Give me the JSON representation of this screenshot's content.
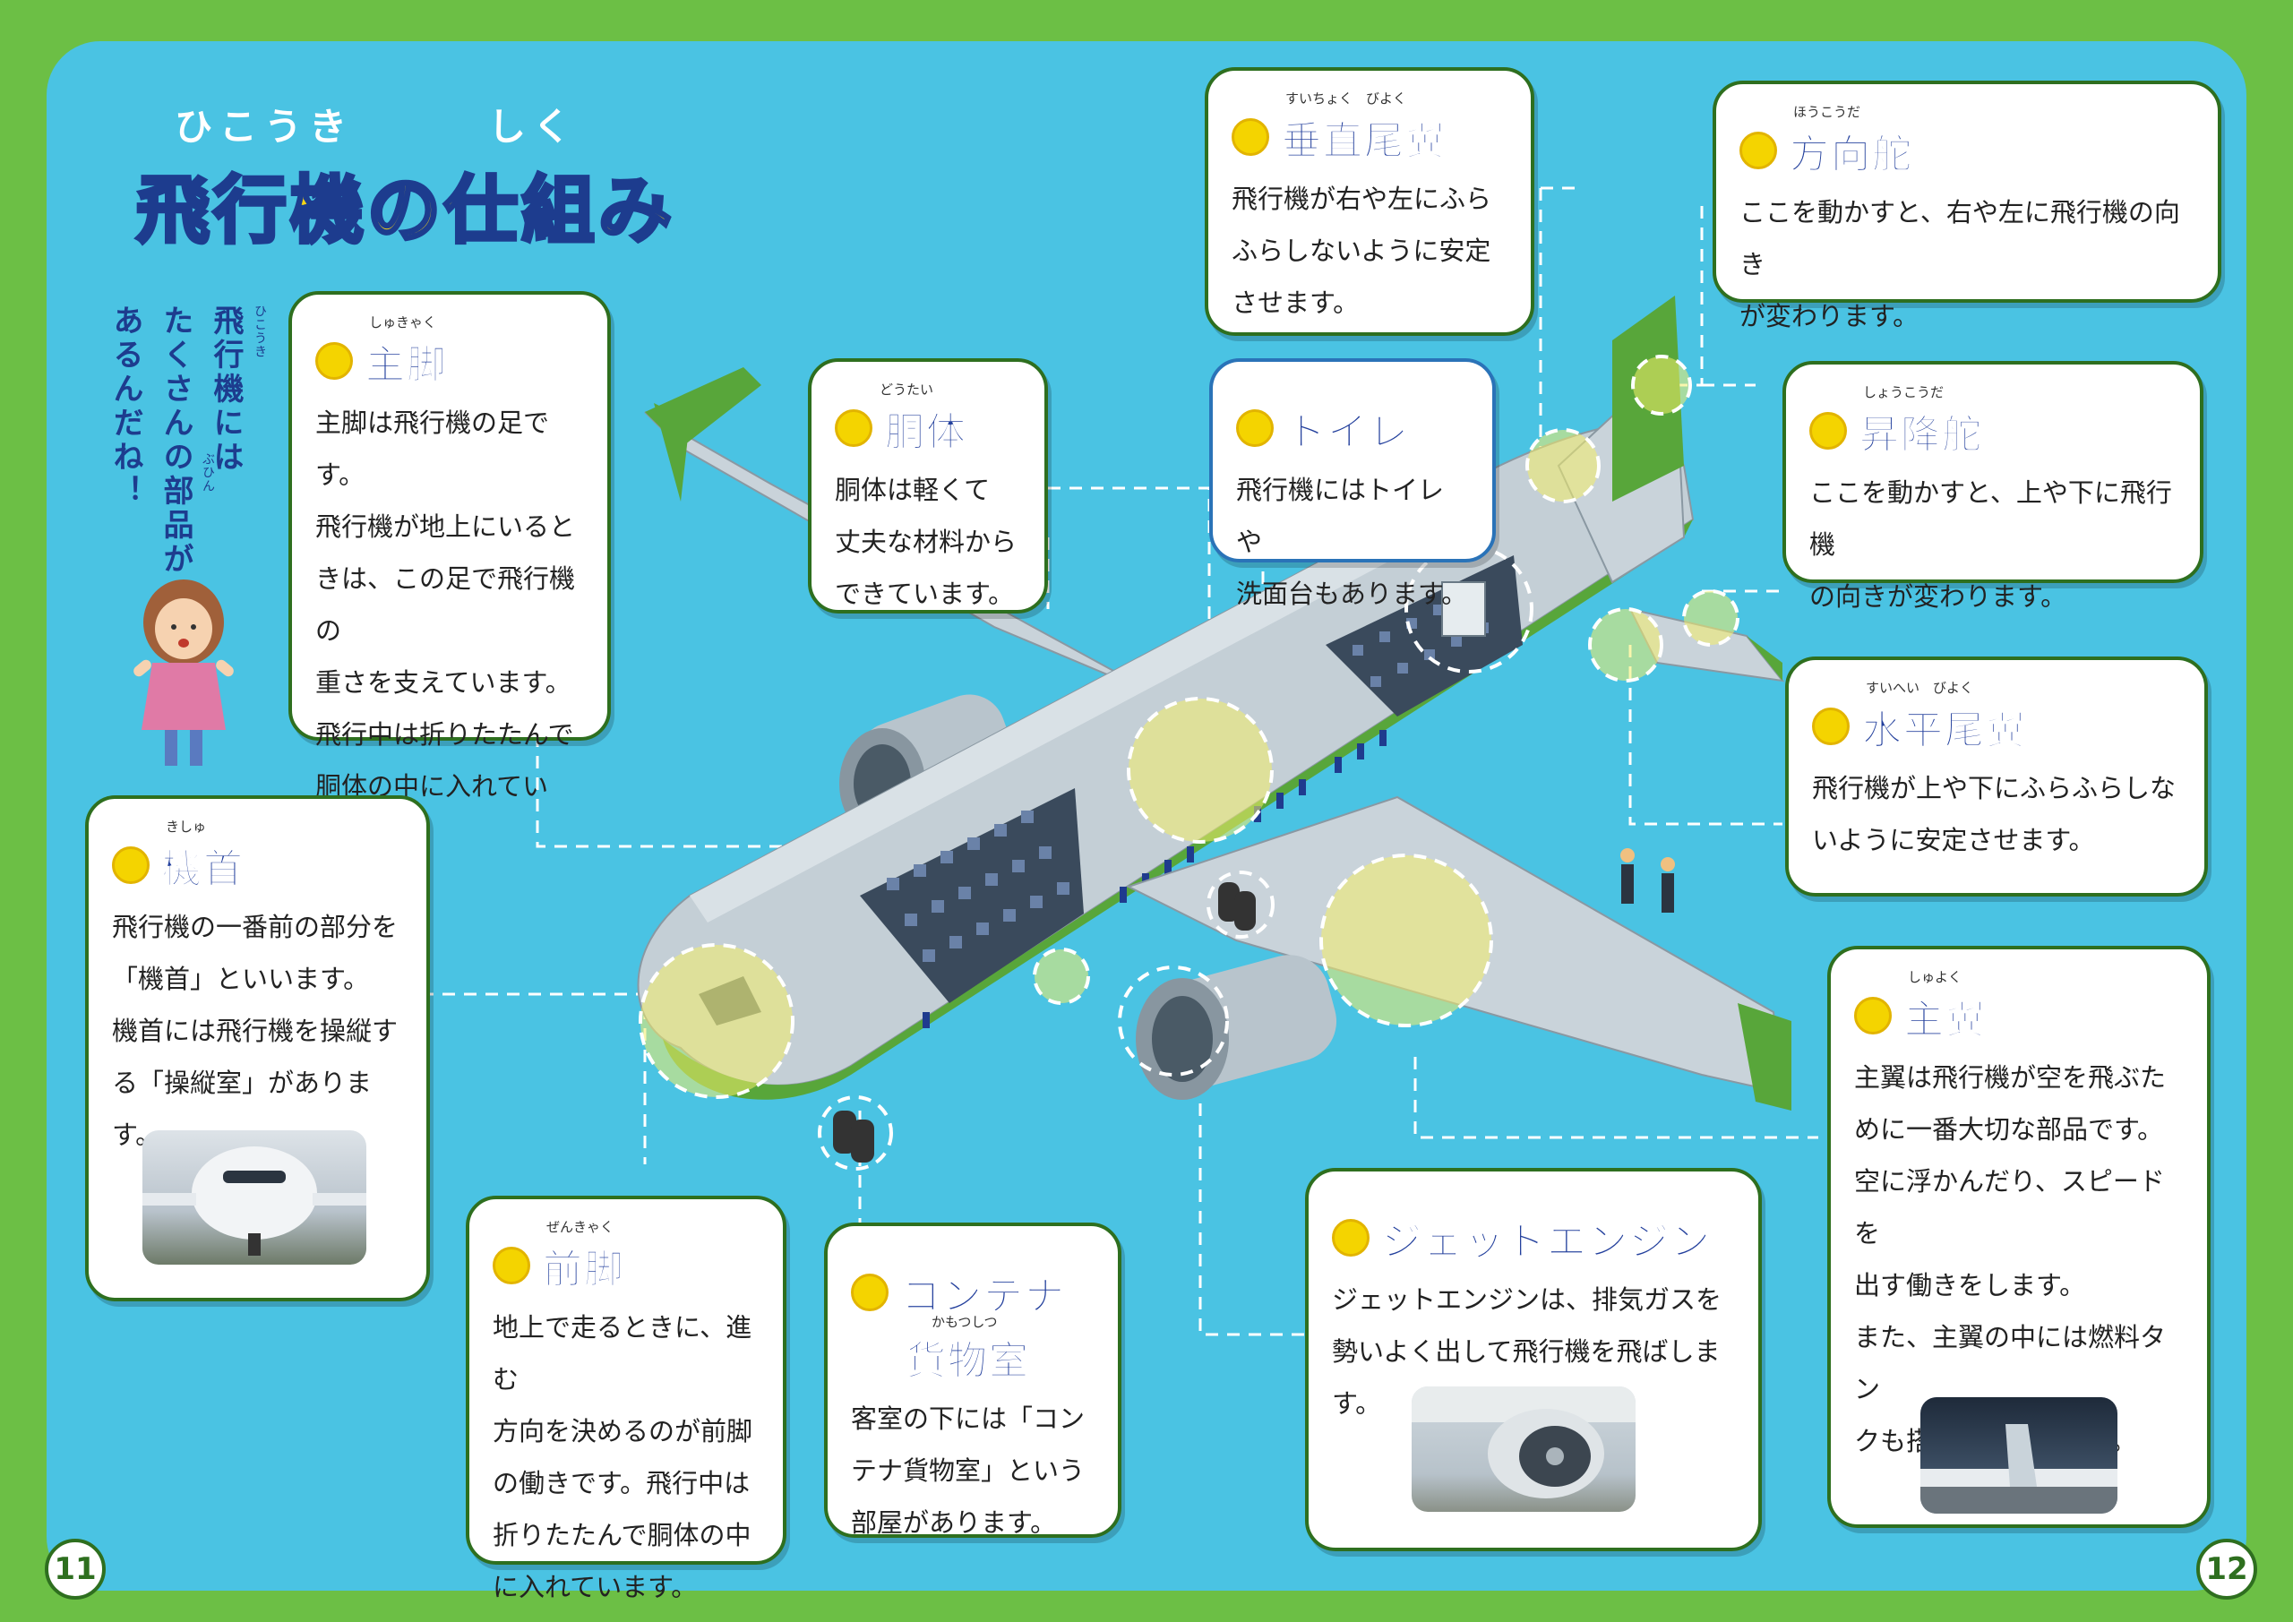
{
  "title": {
    "main": "飛行機の仕組み",
    "ruby_hikouki": "ひこうき",
    "ruby_shikumi": "しく"
  },
  "intro_bubble": {
    "line1": "飛行機には",
    "line2": "たくさんの部品が",
    "line3": "あるんだね！",
    "ruby": "ひこうき",
    "ruby2": "ぶひん"
  },
  "page_numbers": {
    "left": "11",
    "right": "12"
  },
  "boxes": {
    "main_gear": {
      "title": "主脚",
      "ruby": "しゅきゃく",
      "text": "主脚は飛行機の足です。\n飛行機が地上にいると\nきは、この足で飛行機の\n重さを支えています。\n飛行中は折りたたんで\n胴体の中に入れてい\nます。"
    },
    "fuselage": {
      "title": "胴体",
      "ruby": "どうたい",
      "text": "胴体は軽くて\n丈夫な材料から\nできています。"
    },
    "vertical_tail": {
      "title": "垂直尾翼",
      "ruby": "すいちょく　びよく",
      "text": "飛行機が右や左にふら\nふらしないように安定\nさせます。"
    },
    "rudder": {
      "title": "方向舵",
      "ruby": "ほうこうだ",
      "text": "ここを動かすと、右や左に飛行機の向き\nが変わります。"
    },
    "toilet": {
      "title": "トイレ",
      "text": "飛行機にはトイレや\n洗面台もあります。"
    },
    "elevator": {
      "title": "昇降舵",
      "ruby": "しょうこうだ",
      "text": "ここを動かすと、上や下に飛行機\nの向きが変わります。"
    },
    "horizontal_tail": {
      "title": "水平尾翼",
      "ruby": "すいへい　びよく",
      "text": "飛行機が上や下にふらふらしな\nいように安定させます。"
    },
    "nose": {
      "title": "機首",
      "ruby": "きしゅ",
      "text": "飛行機の一番前の部分を\n「機首」といいます。\n機首には飛行機を操縦す\nる「操縦室」があります。"
    },
    "main_wing": {
      "title": "主翼",
      "ruby": "しゅよく",
      "text": "主翼は飛行機が空を飛ぶた\nめに一番大切な部品です。\n空に浮かんだり、スピードを\n出す働きをします。\nまた、主翼の中には燃料タン\nクも搭載されています。"
    },
    "nose_gear": {
      "title": "前脚",
      "ruby": "ぜんきゃく",
      "text": "地上で走るときに、進む\n方向を決めるのが前脚\nの働きです。飛行中は\n折りたたんで胴体の中\nに入れています。"
    },
    "cargo": {
      "title": "コンテナ",
      "title2": "貨物室",
      "ruby": "かもつしつ",
      "text": "客室の下には「コン\nテナ貨物室」という\n部屋があります。"
    },
    "jet_engine": {
      "title": "ジェットエンジン",
      "text": "ジェットエンジンは、排気ガスを\n勢いよく出して飛行機を飛ばします。"
    }
  },
  "colors": {
    "frame": "#6cbf45",
    "sky": "#4ac3e3",
    "box_border": "#2e6f1f",
    "heading": "#223f9c",
    "title_fill": "#f6d515",
    "highlight": "#f4ee6a"
  }
}
